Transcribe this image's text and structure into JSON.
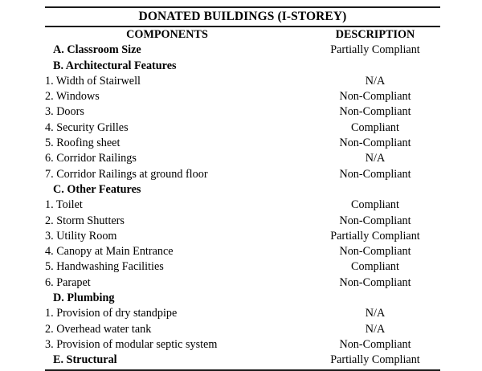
{
  "document": {
    "title": "DONATED BUILDINGS (I-STOREY)",
    "columns": {
      "components": "COMPONENTS",
      "description": "DESCRIPTION"
    },
    "rows": [
      {
        "type": "section",
        "label": "A. Classroom Size",
        "description": "Partially Compliant"
      },
      {
        "type": "section",
        "label": "B. Architectural Features",
        "description": ""
      },
      {
        "type": "item",
        "label": "1. Width of Stairwell",
        "description": "N/A"
      },
      {
        "type": "item",
        "label": "2. Windows",
        "description": "Non-Compliant"
      },
      {
        "type": "item",
        "label": "3. Doors",
        "description": "Non-Compliant"
      },
      {
        "type": "item",
        "label": "4. Security Grilles",
        "description": "Compliant"
      },
      {
        "type": "item",
        "label": "5. Roofing sheet",
        "description": "Non-Compliant"
      },
      {
        "type": "item",
        "label": "6. Corridor Railings",
        "description": "N/A"
      },
      {
        "type": "item",
        "label": "7. Corridor Railings at ground floor",
        "description": "Non-Compliant"
      },
      {
        "type": "section",
        "label": "C. Other Features",
        "description": ""
      },
      {
        "type": "item",
        "label": "1. Toilet",
        "description": "Compliant"
      },
      {
        "type": "item",
        "label": "2. Storm Shutters",
        "description": "Non-Compliant"
      },
      {
        "type": "item",
        "label": "3. Utility Room",
        "description": "Partially Compliant"
      },
      {
        "type": "item",
        "label": "4. Canopy at Main Entrance",
        "description": "Non-Compliant"
      },
      {
        "type": "item",
        "label": "5. Handwashing Facilities",
        "description": "Compliant"
      },
      {
        "type": "item",
        "label": "6. Parapet",
        "description": "Non-Compliant"
      },
      {
        "type": "section",
        "label": "D. Plumbing",
        "description": ""
      },
      {
        "type": "item",
        "label": "1. Provision of dry standpipe",
        "description": "N/A"
      },
      {
        "type": "item",
        "label": "2. Overhead water tank",
        "description": "N/A"
      },
      {
        "type": "item",
        "label": "3. Provision of modular septic system",
        "description": "Non-Compliant"
      },
      {
        "type": "section",
        "label": "E. Structural",
        "description": "Partially Compliant"
      }
    ]
  }
}
